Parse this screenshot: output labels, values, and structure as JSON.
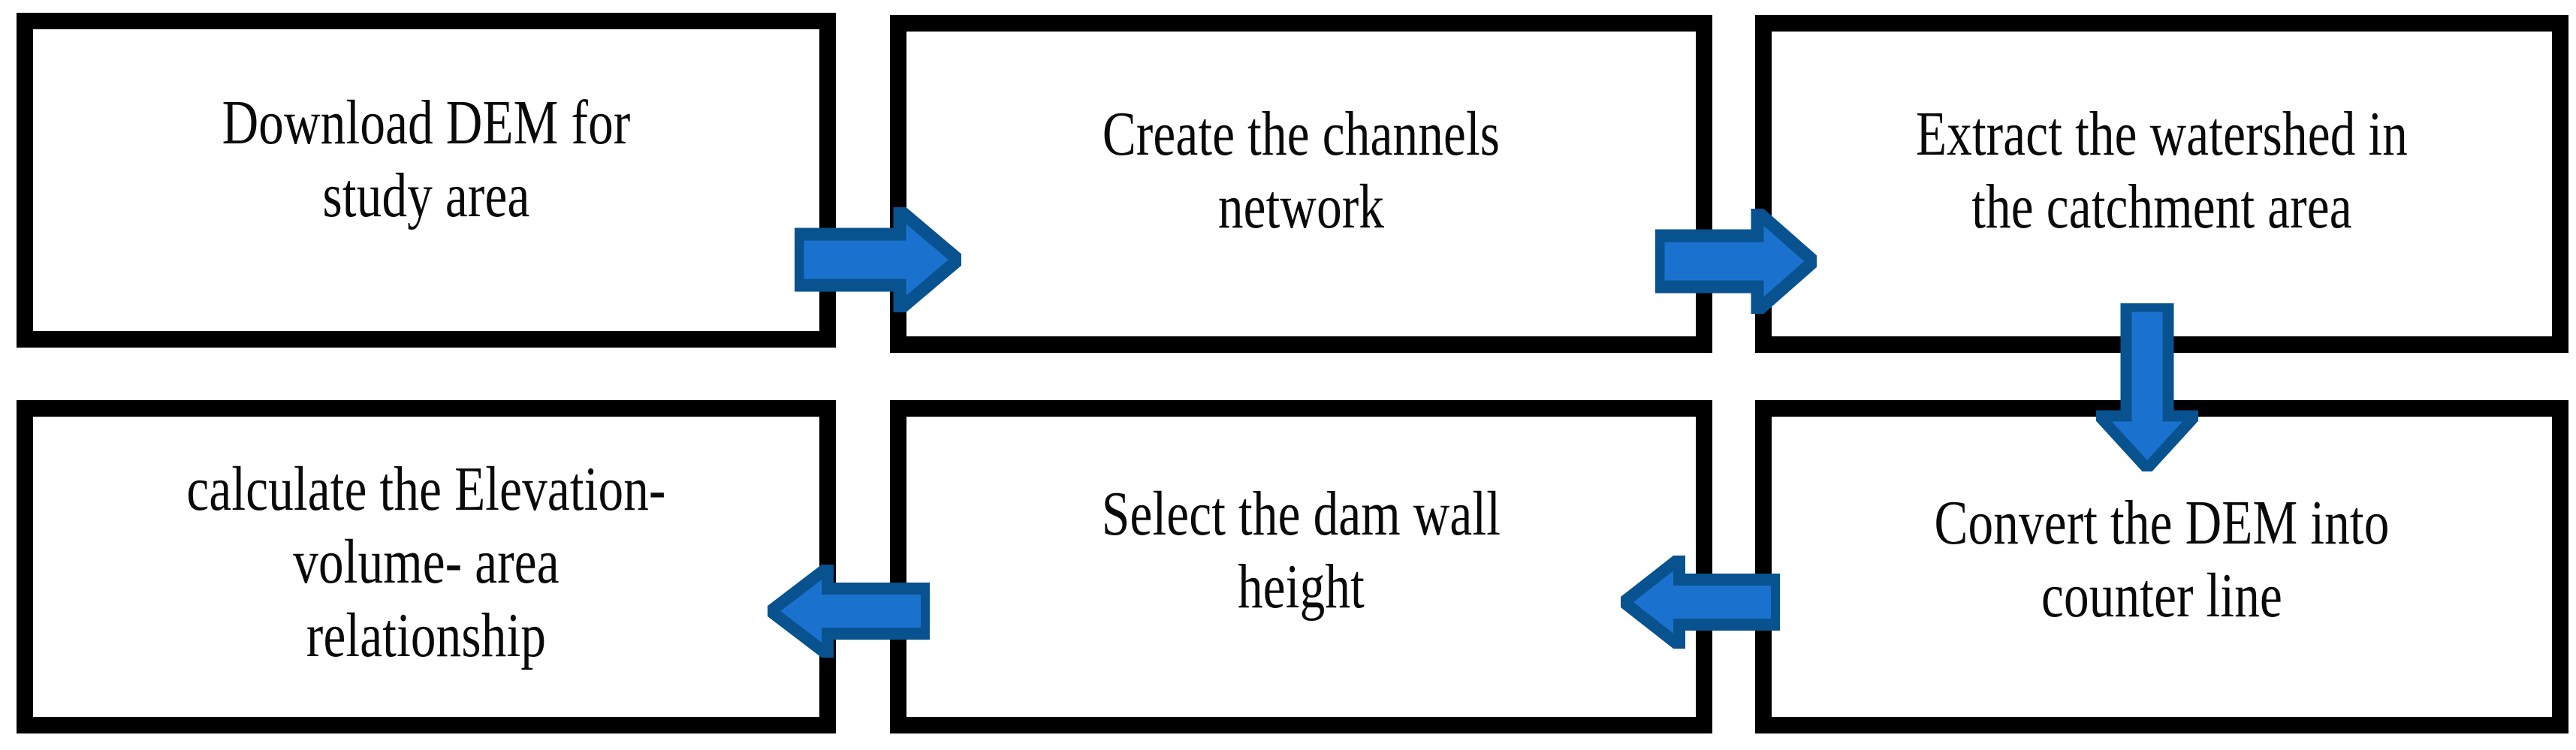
{
  "diagram": {
    "title": "DEM-based reservoir design workflow flowchart",
    "colors": {
      "box_border": "#000000",
      "box_fill": "#ffffff",
      "text": "#0a0a0a",
      "arrow_fill": "#1b72ce",
      "arrow_stroke": "#08528f"
    },
    "nodes": [
      {
        "id": "download-dem",
        "label": "Download DEM for\nstudy area",
        "row": 1,
        "column": 1
      },
      {
        "id": "create-channels",
        "label": "Create the channels\nnetwork",
        "row": 1,
        "column": 2
      },
      {
        "id": "extract-watershed",
        "label": "Extract the watershed in\nthe catchment area",
        "row": 1,
        "column": 3
      },
      {
        "id": "calculate-evar",
        "label": "calculate the Elevation-\nvolume- area\nrelationship",
        "row": 2,
        "column": 1
      },
      {
        "id": "select-dam",
        "label": "Select the dam wall\nheight",
        "row": 2,
        "column": 2
      },
      {
        "id": "convert-dem",
        "label": "Convert the DEM into\ncounter line",
        "row": 2,
        "column": 3
      }
    ],
    "arrows": [
      {
        "id": "download-to-create",
        "icon": "arrow-right-icon",
        "direction": "right",
        "from": "download-dem",
        "to": "create-channels"
      },
      {
        "id": "create-to-extract",
        "icon": "arrow-right-icon",
        "direction": "right",
        "from": "create-channels",
        "to": "extract-watershed"
      },
      {
        "id": "extract-to-convert",
        "icon": "arrow-down-icon",
        "direction": "down",
        "from": "extract-watershed",
        "to": "convert-dem"
      },
      {
        "id": "convert-to-select",
        "icon": "arrow-left-icon",
        "direction": "left",
        "from": "convert-dem",
        "to": "select-dam"
      },
      {
        "id": "select-to-calculate",
        "icon": "arrow-left-icon",
        "direction": "left",
        "from": "select-dam",
        "to": "calculate-evar"
      }
    ]
  }
}
